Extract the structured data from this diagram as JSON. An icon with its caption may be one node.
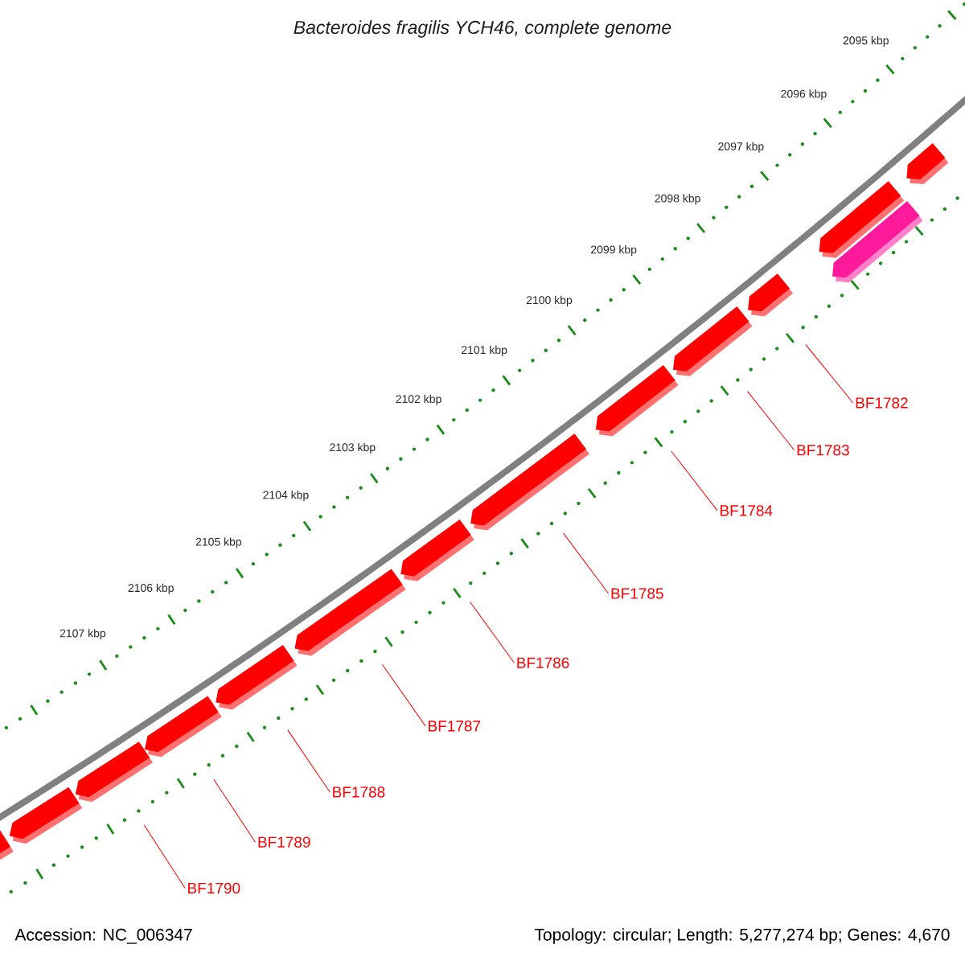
{
  "diagram": {
    "title": "Bacteroides fragilis YCH46, complete genome",
    "nodes": [
      {
        "text": [],
        "shape": "bar"
      },
      {
        "text": [],
        "shape": "bar"
      },
      {
        "text": [],
        "shape": "bar"
      },
      {
        "text": [],
        "shape": "bar"
      },
      {
        "text": [],
        "shape": "bar"
      },
      {
        "text": [],
        "shape": "bar"
      },
      {
        "text": [],
        "shape": "bar"
      },
      {
        "text": [],
        "shape": "bar"
      },
      {
        "text": [],
        "shape": "bar"
      },
      {
        "text": [],
        "shape": "bar"
      },
      {
        "text": [],
        "shape": "bar"
      },
      {
        "text": [],
        "shape": "bar"
      },
      {
        "text": [],
        "shape": "bar"
      },
      {
        "text": [],
        "shape": "bar"
      },
      {
        "text": [
          "BF1782"
        ]
      },
      {
        "text": [
          "BF1783"
        ]
      },
      {
        "text": [
          "BF1784"
        ]
      },
      {
        "text": [
          "BF1785"
        ]
      },
      {
        "text": [
          "BF1786"
        ]
      },
      {
        "text": [
          "BF1787"
        ]
      },
      {
        "text": [
          "BF1788"
        ]
      },
      {
        "text": [
          "BF1789"
        ]
      },
      {
        "text": [
          "BF1790"
        ]
      }
    ],
    "edges": [
      {
        "from": 14,
        "to": 10,
        "arrow": "none"
      },
      {
        "from": 15,
        "to": 9,
        "arrow": "none"
      },
      {
        "from": 16,
        "to": 8,
        "arrow": "none"
      },
      {
        "from": 17,
        "to": 7,
        "arrow": "none"
      },
      {
        "from": 18,
        "to": 6,
        "arrow": "none"
      },
      {
        "from": 19,
        "to": 5,
        "arrow": "none"
      },
      {
        "from": 20,
        "to": 4,
        "arrow": "none"
      },
      {
        "from": 21,
        "to": 3,
        "arrow": "none"
      },
      {
        "from": 22,
        "to": 2,
        "arrow": "none"
      }
    ],
    "labels": [
      "2095 kbp",
      "2096 kbp",
      "2097 kbp",
      "2098 kbp",
      "2099 kbp",
      "2100 kbp",
      "2101 kbp",
      "2102 kbp",
      "2103 kbp",
      "2104 kbp",
      "2105 kbp",
      "2106 kbp",
      "2107 kbp",
      "Accession: NC_006347",
      "Topology: circular; Length: 5,277,274 bp; Genes: 4,670"
    ]
  }
}
